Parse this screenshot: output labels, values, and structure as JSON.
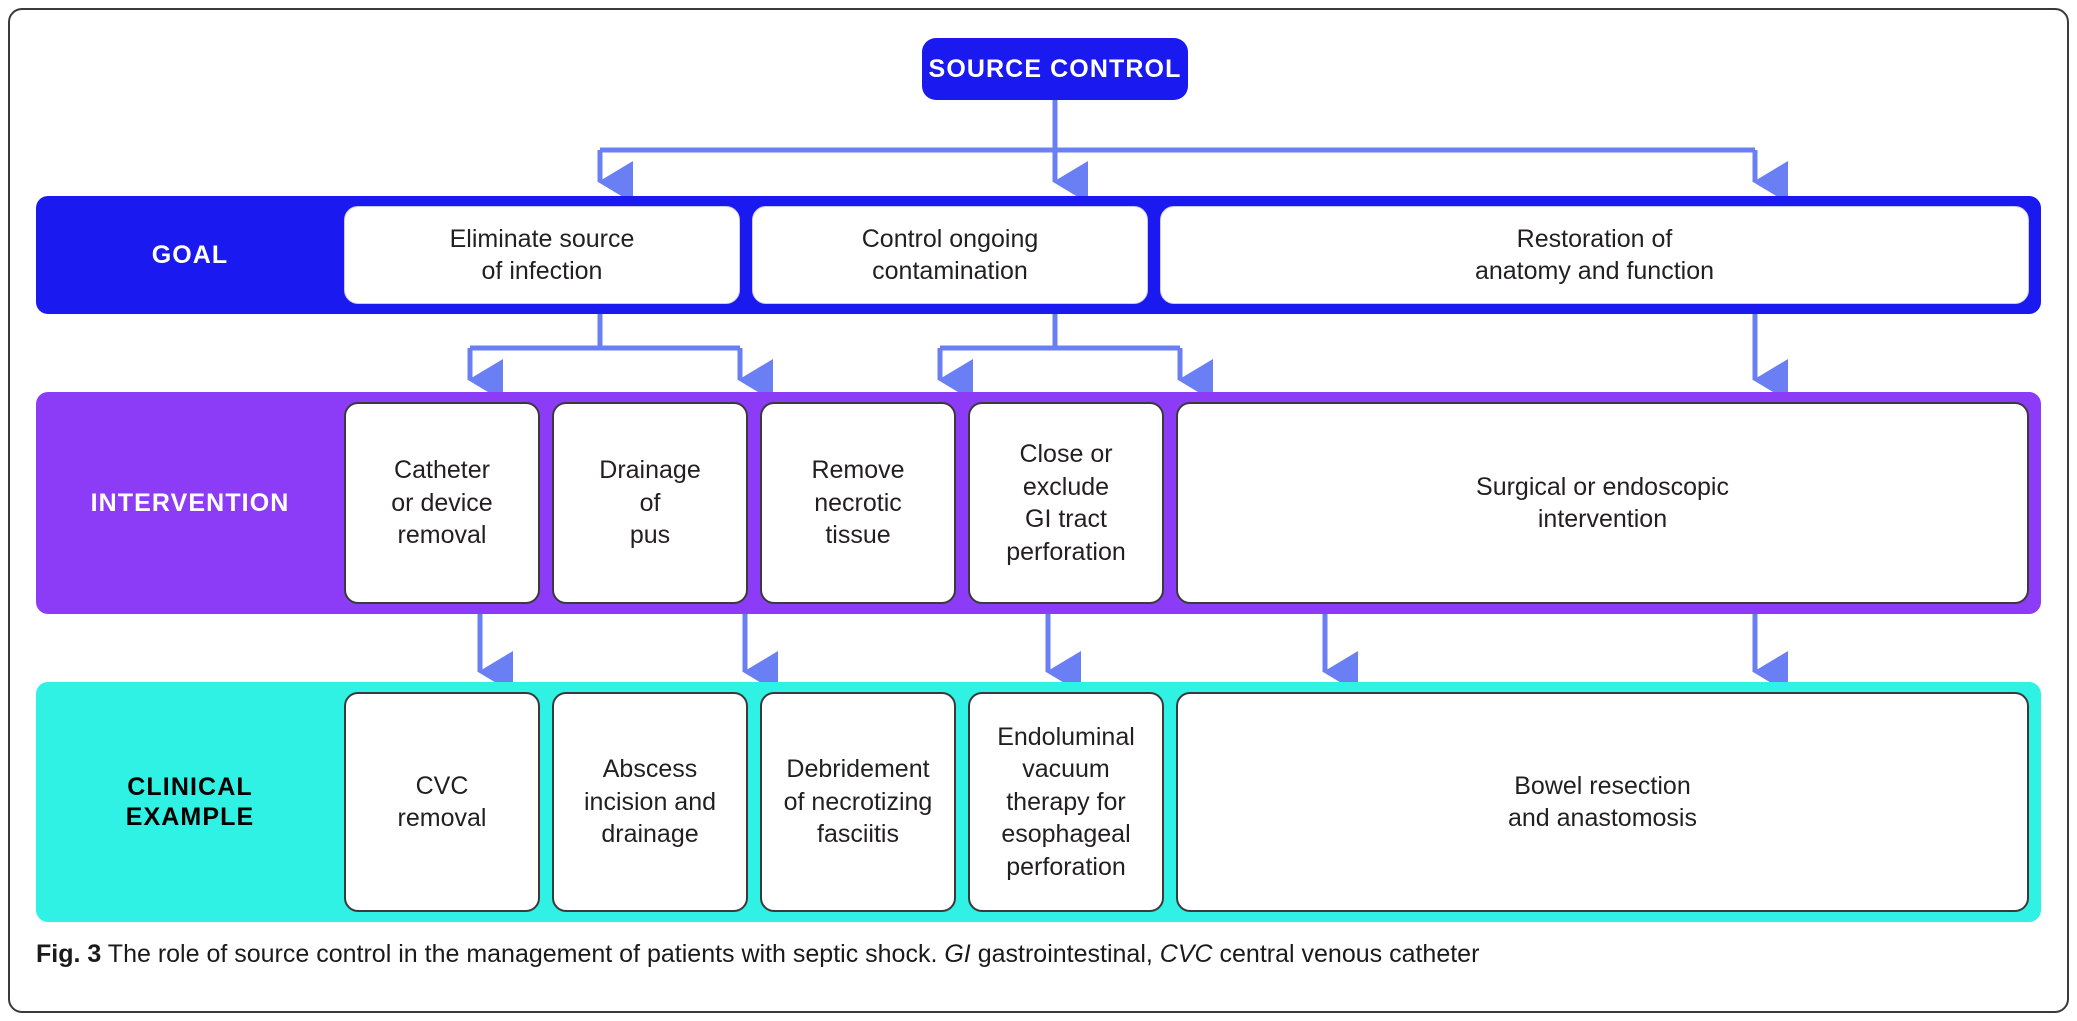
{
  "figure": {
    "root": {
      "label": "SOURCE CONTROL"
    },
    "rows": [
      {
        "key": "goal",
        "label": "GOAL",
        "band_color": "#1a19f0",
        "cells": [
          "Eliminate source\nof infection",
          "Control ongoing\ncontamination",
          "Restoration of\nanatomy and function"
        ]
      },
      {
        "key": "intervention",
        "label": "INTERVENTION",
        "band_color": "#8c3cf7",
        "cells": [
          "Catheter\nor device\nremoval",
          "Drainage\nof\npus",
          "Remove\nnecrotic\ntissue",
          "Close or\nexclude\nGI tract\nperforation",
          "Surgical or endoscopic\nintervention"
        ]
      },
      {
        "key": "clinical",
        "label": "CLINICAL\nEXAMPLE",
        "band_color": "#30f2e4",
        "cells": [
          "CVC\nremoval",
          "Abscess\nincision and\ndrainage",
          "Debridement\nof necrotizing\nfasciitis",
          "Endoluminal\nvacuum\ntherapy for\nesophageal\nperforation",
          "Bowel resection\nand anastomosis"
        ]
      }
    ],
    "arrow_color": "#6b7ff5",
    "caption": {
      "figure_number": "Fig. 3",
      "text_before": "The role of source control in the management of patients with septic shock.",
      "abbr_1": "GI",
      "abbr_1_expansion": "gastrointestinal,",
      "abbr_2": "CVC",
      "abbr_2_expansion": "central venous catheter"
    }
  }
}
